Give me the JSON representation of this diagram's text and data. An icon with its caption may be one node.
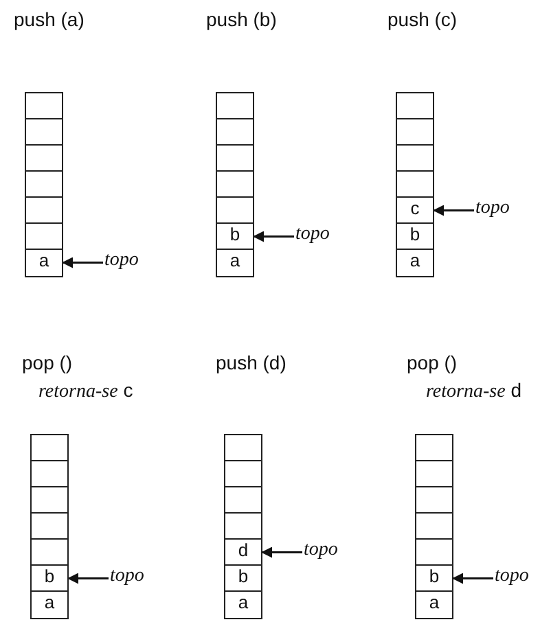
{
  "diagram": {
    "nodes": [
      {
        "text": [],
        "shape": "box"
      },
      {
        "text": [],
        "shape": "box"
      },
      {
        "text": [],
        "shape": "box"
      },
      {
        "text": [],
        "shape": "box"
      },
      {
        "text": [],
        "shape": "box"
      },
      {
        "text": [],
        "shape": "box"
      },
      {
        "text": [
          "a"
        ]
      },
      {
        "text": [
          "topo"
        ]
      },
      {
        "text": [],
        "shape": "box"
      },
      {
        "text": [],
        "shape": "box"
      },
      {
        "text": [],
        "shape": "box"
      },
      {
        "text": [],
        "shape": "box"
      },
      {
        "text": [],
        "shape": "box"
      },
      {
        "text": [
          "b"
        ]
      },
      {
        "text": [
          "a"
        ]
      },
      {
        "text": [
          "topo"
        ]
      },
      {
        "text": [],
        "shape": "box"
      },
      {
        "text": [],
        "shape": "box"
      },
      {
        "text": [],
        "shape": "box"
      },
      {
        "text": [],
        "shape": "box"
      },
      {
        "text": [
          "c"
        ]
      },
      {
        "text": [
          "b"
        ]
      },
      {
        "text": [
          "a"
        ]
      },
      {
        "text": [
          "topo"
        ]
      },
      {
        "text": [],
        "shape": "box"
      },
      {
        "text": [],
        "shape": "box"
      },
      {
        "text": [],
        "shape": "box"
      },
      {
        "text": [],
        "shape": "box"
      },
      {
        "text": [],
        "shape": "box"
      },
      {
        "text": [
          "b"
        ]
      },
      {
        "text": [
          "a"
        ]
      },
      {
        "text": [
          "topo"
        ]
      },
      {
        "text": [],
        "shape": "box"
      },
      {
        "text": [],
        "shape": "box"
      },
      {
        "text": [],
        "shape": "box"
      },
      {
        "text": [],
        "shape": "box"
      },
      {
        "text": [
          "d"
        ]
      },
      {
        "text": [
          "b"
        ]
      },
      {
        "text": [
          "a"
        ]
      },
      {
        "text": [
          "topo"
        ]
      },
      {
        "text": [],
        "shape": "box"
      },
      {
        "text": [],
        "shape": "box"
      },
      {
        "text": [],
        "shape": "box"
      },
      {
        "text": [],
        "shape": "box"
      },
      {
        "text": [],
        "shape": "box"
      },
      {
        "text": [
          "b"
        ]
      },
      {
        "text": [
          "a"
        ]
      },
      {
        "text": [
          "topo"
        ]
      }
    ],
    "edges": [
      {
        "from": 7,
        "to": 6,
        "arrow": "to"
      },
      {
        "from": 15,
        "to": 13,
        "arrow": "to"
      },
      {
        "from": 23,
        "to": 20,
        "arrow": "to"
      },
      {
        "from": 31,
        "to": 29,
        "arrow": "to"
      },
      {
        "from": 39,
        "to": 36,
        "arrow": "to"
      },
      {
        "from": 47,
        "to": 45,
        "arrow": "to"
      }
    ],
    "labels": [
      "push (a)",
      "push (b)",
      "push (c)",
      "pop ()",
      "*retorna-se* c",
      "push (d)",
      "pop ()",
      "*retorna-se* d"
    ]
  }
}
